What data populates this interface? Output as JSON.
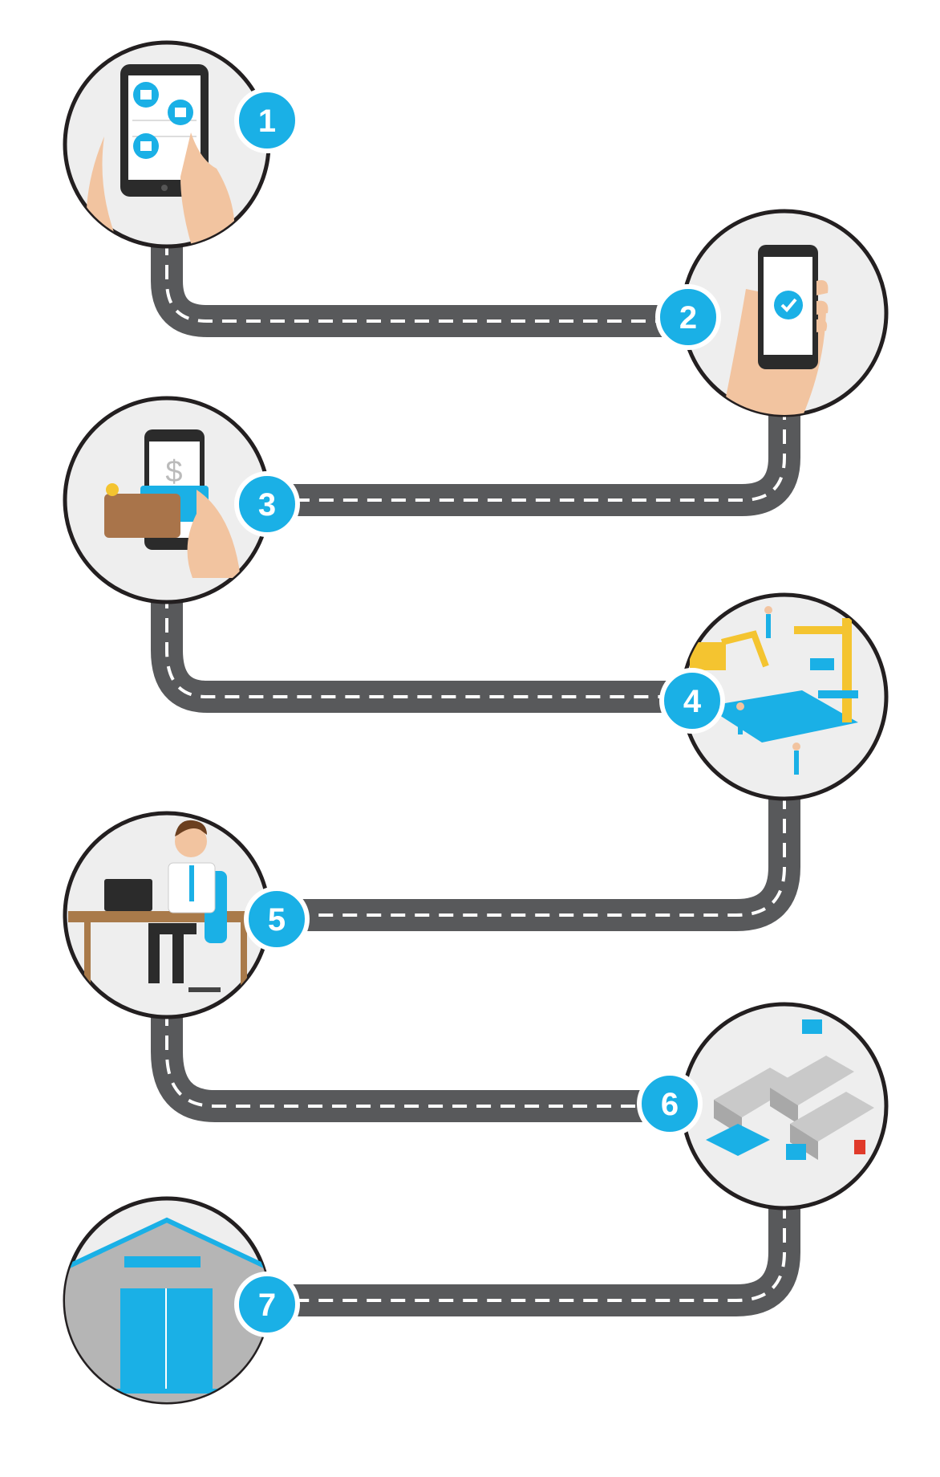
{
  "diagram": {
    "colors": {
      "road": "#58595b",
      "road_line": "#ffffff",
      "accent": "#1ab0e6",
      "circle_fill": "#eeeeee",
      "circle_stroke": "#231f20",
      "skin": "#f2c4a0",
      "device": "#2b2b2b"
    },
    "steps": [
      {
        "number": "1",
        "icon": "tablet-garage-selection-icon"
      },
      {
        "number": "2",
        "icon": "phone-confirmation-check-icon"
      },
      {
        "number": "3",
        "icon": "phone-payment-wallet-icon"
      },
      {
        "number": "4",
        "icon": "construction-site-icon"
      },
      {
        "number": "5",
        "icon": "customer-service-agent-icon"
      },
      {
        "number": "6",
        "icon": "delivery-trucks-icon"
      },
      {
        "number": "7",
        "icon": "finished-garage-building-icon"
      }
    ]
  }
}
